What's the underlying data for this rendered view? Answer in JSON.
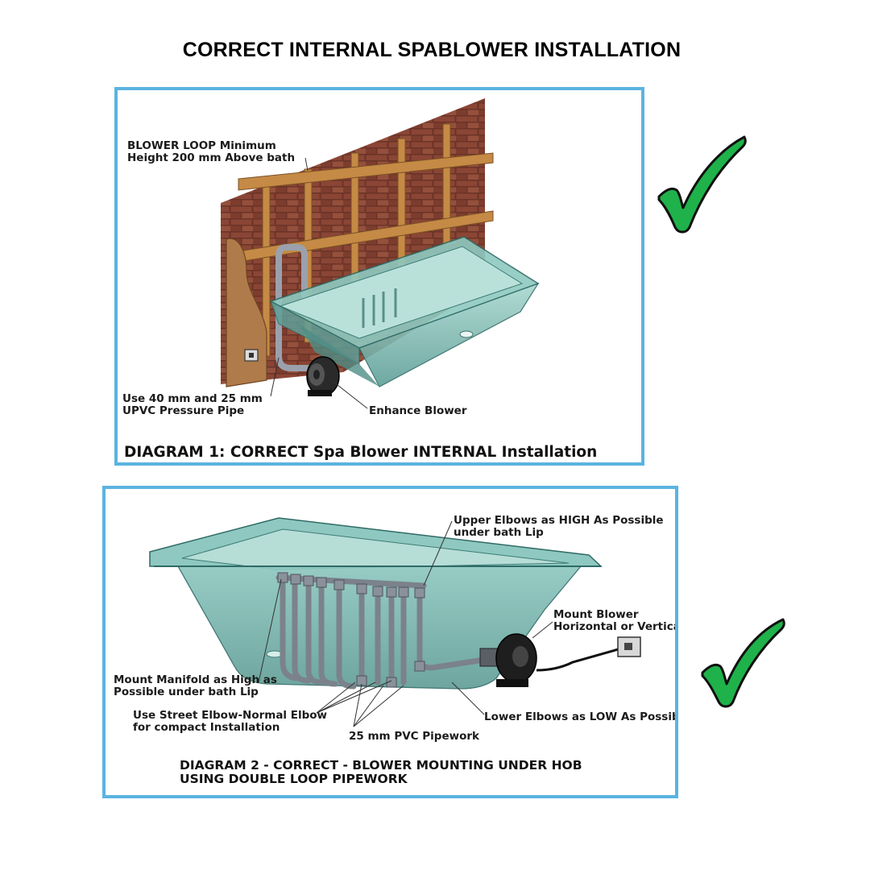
{
  "page": {
    "title": "CORRECT INTERNAL SPABLOWER INSTALLATION"
  },
  "diagram1": {
    "labels": {
      "blower_loop": "BLOWER LOOP Minimum\nHeight 200 mm Above bath",
      "pipe": "Use 40 mm and 25 mm\nUPVC Pressure Pipe",
      "blower": "Enhance Blower"
    },
    "caption": "DIAGRAM 1: CORRECT Spa Blower INTERNAL Installation"
  },
  "diagram2": {
    "labels": {
      "upper_elbows": "Upper Elbows as HIGH As Possible\nunder bath Lip",
      "mount_blower": "Mount Blower\nHorizontal or Vertical",
      "manifold": "Mount Manifold as High as\nPossible under bath Lip",
      "street_elbow": "Use Street Elbow-Normal Elbow\nfor compact Installation",
      "lower_elbows": "Lower Elbows as LOW As Possible",
      "pipework": "25 mm PVC Pipework"
    },
    "caption": "DIAGRAM 2 - CORRECT - BLOWER MOUNTING UNDER HOB\nUSING DOUBLE LOOP PIPEWORK"
  },
  "colors": {
    "panel_border": "#5ab4e0",
    "check_fill": "#1fb24a",
    "bath_tint": "#6fb3ad",
    "brick": "#7a3a2c",
    "timber": "#c58a45"
  },
  "icons": {
    "check": "check-mark-icon"
  }
}
